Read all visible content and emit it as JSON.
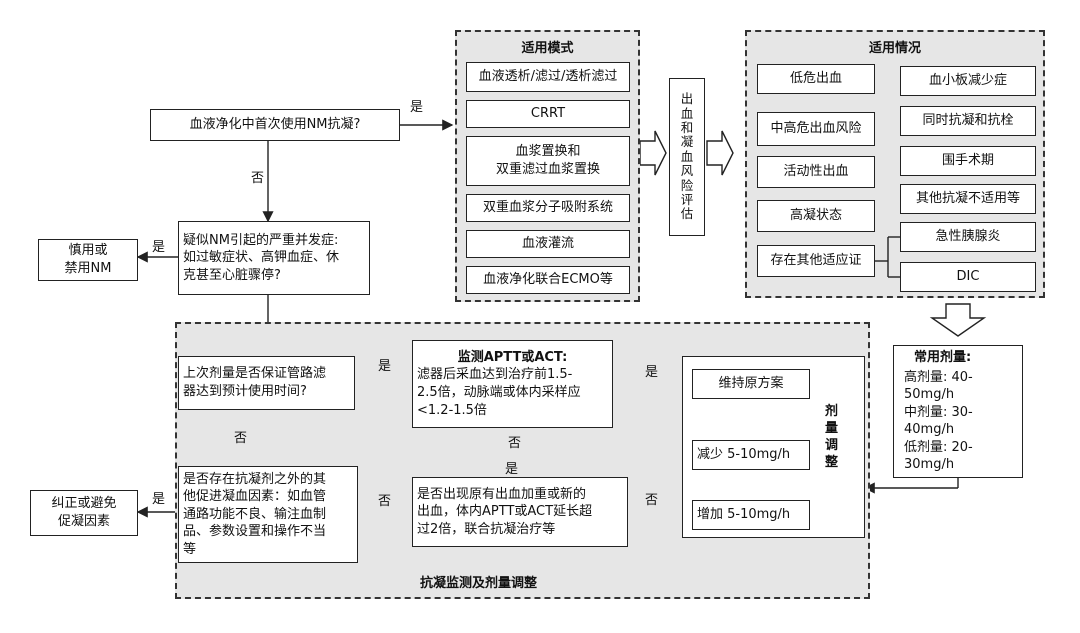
{
  "start": "血液净化中首次使用NM抗凝?",
  "modes": {
    "title": "适用模式",
    "items": [
      "血液透析/滤过/透析滤过",
      "CRRT",
      "血浆置换和\n双重滤过血浆置换",
      "双重血浆分子吸附系统",
      "血液灌流",
      "血液净化联合ECMO等"
    ]
  },
  "risk_eval": "出\n血\n和\n凝\n血\n风\n险\n评\n估",
  "situations": {
    "title": "适用情况",
    "left": [
      "低危出血",
      "中高危出血风险",
      "活动性出血",
      "高凝状态",
      "存在其他适应证"
    ],
    "right": [
      "血小板减少症",
      "同时抗凝和抗栓",
      "围手术期",
      "其他抗凝不适用等",
      "急性胰腺炎",
      "DIC"
    ]
  },
  "dose": {
    "title": "常用剂量:",
    "lines": [
      "高剂量: 40-50mg/h",
      "中剂量: 30-40mg/h",
      "低剂量: 20-30mg/h"
    ]
  },
  "complication_q": "疑似NM引起的严重并发症:\n如过敏症状、高钾血症、休\n克甚至心脏骤停?",
  "caution": "慎用或\n禁用NM",
  "monitor_section": "抗凝监测及剂量调整",
  "prev_dose_q": "上次剂量是否保证管路滤\n器达到预计使用时间?",
  "monitor_title": "监测APTT或ACT:",
  "monitor_body": "滤器后采血达到治疗前1.5-\n2.5倍，动脉端或体内采样应\n<1.2-1.5倍",
  "other_factors_q": "是否存在抗凝剂之外的其\n他促进凝血因素：如血管\n通路功能不良、输注血制\n品、参数设置和操作不当\n等",
  "correct": "纠正或避免\n促凝因素",
  "bleeding_q": "是否出现原有出血加重或新的\n出血，体内APTT或ACT延长超\n过2倍，联合抗凝治疗等",
  "adjust": {
    "title": "剂\n量\n调\n整",
    "keep": "维持原方案",
    "decrease": "减少 5-10mg/h",
    "increase": "增加 5-10mg/h"
  },
  "labels": {
    "yes": "是",
    "no": "否"
  }
}
